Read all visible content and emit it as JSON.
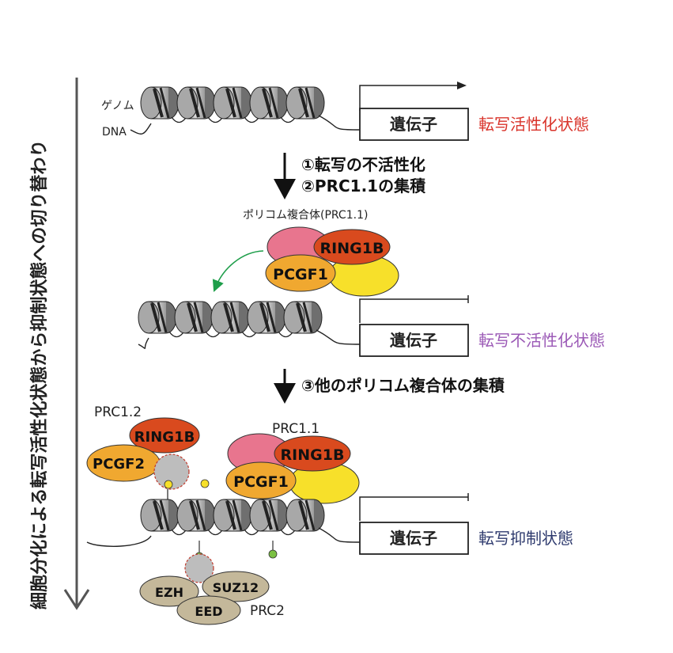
{
  "side_label": "細胞分化による転写活性化状態から抑制状態への切り替わり",
  "genome_label": "ゲノム",
  "dna_label": "DNA",
  "gene_label": "遺伝子",
  "states": {
    "active": "転写活性化状態",
    "inactive": "転写不活性化状態",
    "repressed": "転写抑制状態"
  },
  "steps": {
    "step1": "①転写の不活性化",
    "step2": "②PRC1.1の集積",
    "step3": "③他のポリコム複合体の集積"
  },
  "complex_label": "ポリコム複合体(PRC1.1)",
  "proteins": {
    "ring1b": "RING1B",
    "pcgf1": "PCGF1",
    "pcgf2": "PCGF2",
    "prc1_1": "PRC1.1",
    "prc1_2": "PRC1.2",
    "prc2": "PRC2",
    "ezh": "EZH",
    "suz12": "SUZ12",
    "eed": "EED"
  },
  "colors": {
    "active_state": "#d9332a",
    "inactive_state": "#9b59b6",
    "repressed_state": "#2e3a6e",
    "ring1b": "#d94a1e",
    "pcgf": "#f0a830",
    "pink": "#e8758e",
    "yellow": "#f7e02a",
    "prc2": "#c4b89a",
    "green_arrow": "#1e9e4a"
  }
}
